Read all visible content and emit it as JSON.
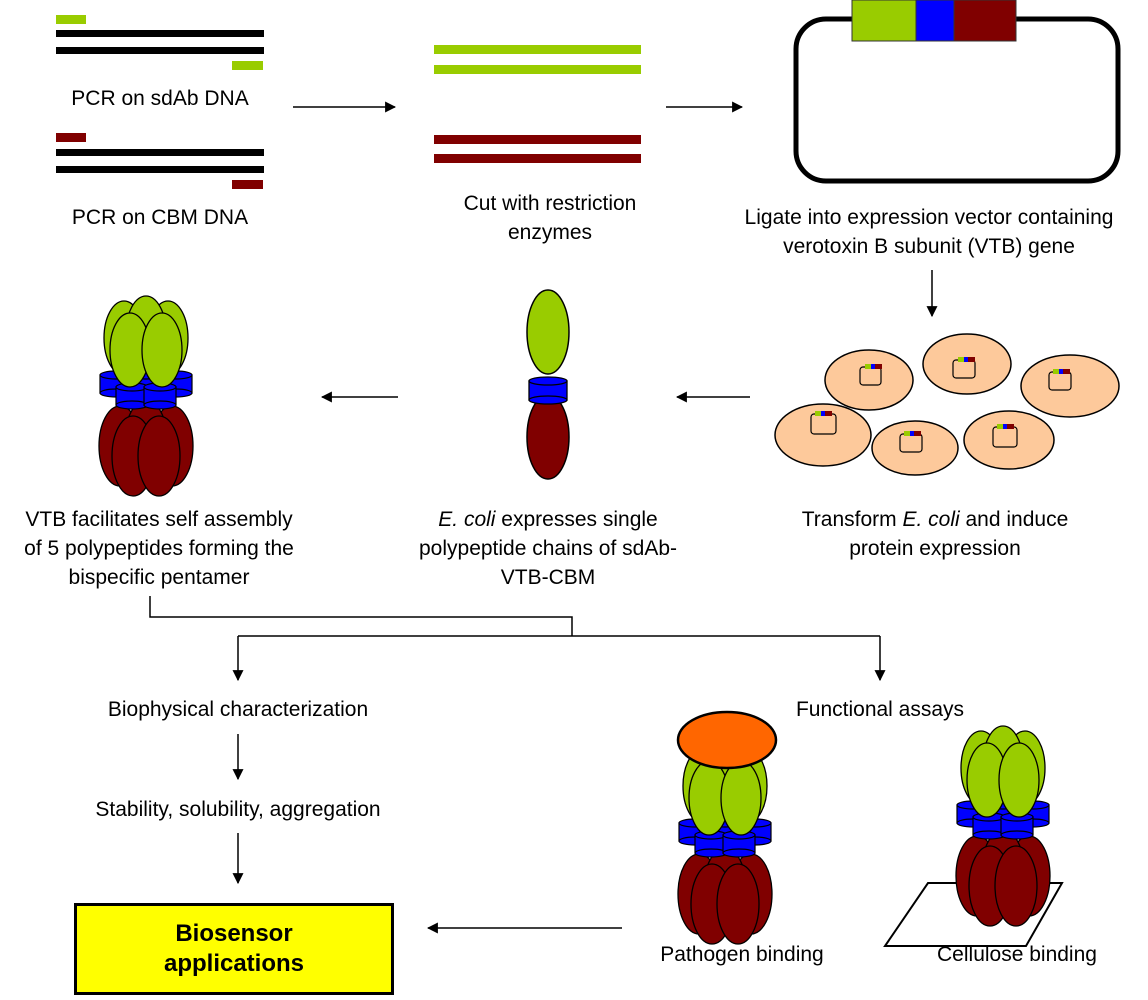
{
  "colors": {
    "sdab_green": "#99cc00",
    "vtb_blue": "#0000ff",
    "cbm_red": "#800000",
    "ecoli_fill": "#fdc99b",
    "pathogen_orange": "#ff6600",
    "biosensor_yellow": "#ffff00"
  },
  "steps": {
    "pcr_sdab": "PCR on sdAb DNA",
    "pcr_cbm": "PCR on CBM DNA",
    "cut": [
      "Cut with restriction",
      "enzymes"
    ],
    "ligate": [
      "Ligate into expression vector containing",
      "verotoxin B subunit (VTB) gene"
    ],
    "transform": {
      "pre": "Transform ",
      "italic": "E. coli",
      "post": " and induce",
      "line2": "protein expression"
    },
    "express": {
      "italic": "E. coli",
      "post": " expresses single",
      "line2": "polypeptide chains of sdAb-",
      "line3": "VTB-CBM"
    },
    "assembly": [
      "VTB facilitates self assembly",
      "of 5 polypeptides forming the",
      "bispecific pentamer"
    ]
  },
  "branches": {
    "biophysical": "Biophysical characterization",
    "stability": "Stability, solubility, aggregation",
    "functional": "Functional assays",
    "pathogen": "Pathogen binding",
    "cellulose": "Cellulose binding"
  },
  "outcome": [
    "Biosensor",
    "applications"
  ]
}
